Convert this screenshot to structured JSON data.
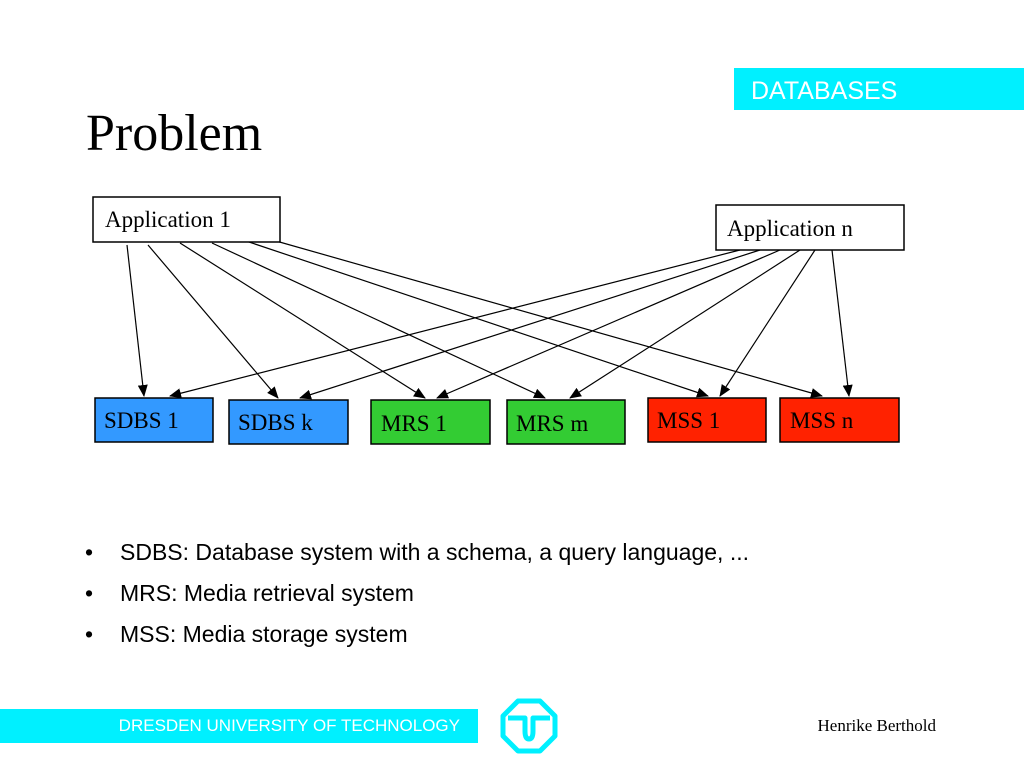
{
  "header": {
    "tag_label": "DATABASES",
    "title": "Problem"
  },
  "diagram": {
    "applications": [
      {
        "id": "app1",
        "label": "Application 1"
      },
      {
        "id": "appn",
        "label": "Application n"
      }
    ],
    "systems": [
      {
        "id": "sdbs1",
        "label": "SDBS 1",
        "color": "#3399ff"
      },
      {
        "id": "sdbsk",
        "label": "SDBS k",
        "color": "#3399ff"
      },
      {
        "id": "mrs1",
        "label": "MRS 1",
        "color": "#33cc33"
      },
      {
        "id": "mrsm",
        "label": "MRS m",
        "color": "#33cc33"
      },
      {
        "id": "mss1",
        "label": "MSS 1",
        "color": "#ff2200"
      },
      {
        "id": "mssn",
        "label": "MSS n",
        "color": "#ff2200"
      }
    ],
    "edges": [
      [
        "app1",
        "sdbs1"
      ],
      [
        "app1",
        "sdbsk"
      ],
      [
        "app1",
        "mrs1"
      ],
      [
        "app1",
        "mrsm"
      ],
      [
        "app1",
        "mss1"
      ],
      [
        "app1",
        "mssn"
      ],
      [
        "appn",
        "sdbs1"
      ],
      [
        "appn",
        "sdbsk"
      ],
      [
        "appn",
        "mrs1"
      ],
      [
        "appn",
        "mrsm"
      ],
      [
        "appn",
        "mss1"
      ],
      [
        "appn",
        "mssn"
      ]
    ]
  },
  "bullets": [
    {
      "marker": "•",
      "text": "SDBS: Database system with a  schema,  a query language, ..."
    },
    {
      "marker": "•",
      "text": "MRS: Media retrieval system"
    },
    {
      "marker": "•",
      "text": "MSS: Media storage system"
    }
  ],
  "footer": {
    "university": "DRESDEN UNIVERSITY OF TECHNOLOGY",
    "logo_icon": "tu-dresden-logo-icon",
    "author": "Henrike Berthold"
  },
  "colors": {
    "accent": "#00f0ff"
  }
}
